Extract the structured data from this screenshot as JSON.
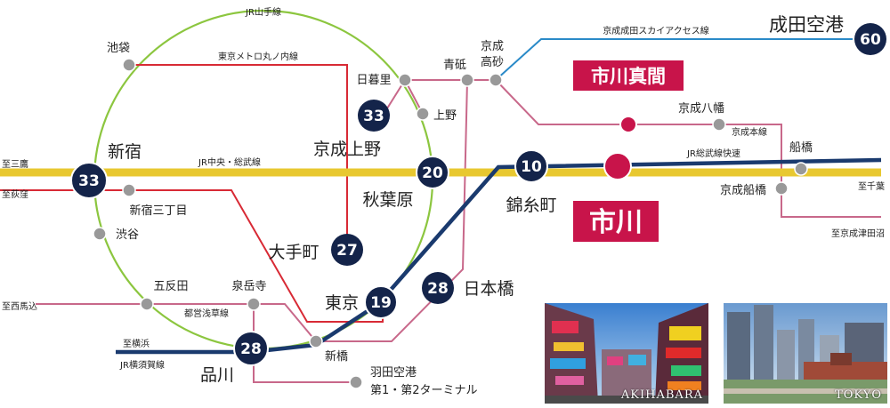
{
  "lines": {
    "yamanote": "JR山手線",
    "marunouchi": "東京メトロ丸ノ内線",
    "chuo": "JR中央・総武線",
    "skyaccess": "京成成田スカイアクセス線",
    "sobu_rapid": "JR総武線快速",
    "keisei_main": "京成本線",
    "asakusa": "都営浅草線",
    "yokosuka": "JR横須賀線"
  },
  "directions": {
    "mitaka": "至三鷹",
    "ogikubo": "至荻窪",
    "chiba": "至千葉",
    "tsudanuma": "至京成津田沼",
    "nishimagome": "至西馬込",
    "yokohama": "至横浜"
  },
  "stations": {
    "ikebukuro": "池袋",
    "nippori": "日暮里",
    "ueno": "上野",
    "aoto": "青砥",
    "takasago_1": "京成",
    "takasago_2": "高砂",
    "shinjuku": "新宿",
    "keisei_ueno": "京成上野",
    "akihabara": "秋葉原",
    "shinjuku_sanchome": "新宿三丁目",
    "shibuya": "渋谷",
    "otemachi": "大手町",
    "tokyo": "東京",
    "nihonbashi": "日本橋",
    "kinshicho": "錦糸町",
    "gotanda": "五反田",
    "sengakuji": "泉岳寺",
    "shimbashi": "新橋",
    "shinagawa": "品川",
    "haneda_1": "羽田空港",
    "haneda_2": "第1・第2ターミナル",
    "narita": "成田空港",
    "keisei_yawata": "京成八幡",
    "funabashi": "船橋",
    "keisei_funabashi": "京成船橋",
    "ichikawa_mama": "市川真間",
    "ichikawa": "市川"
  },
  "minutes": {
    "narita": "60",
    "shinjuku": "33",
    "keisei_ueno": "33",
    "akihabara": "20",
    "kinshicho": "10",
    "otemachi": "27",
    "tokyo": "19",
    "nihonbashi": "28",
    "shinagawa": "28"
  },
  "photos": {
    "akihabara": "AKIHABARA",
    "tokyo": "TOKYO"
  },
  "colors": {
    "yamanote": "#8cc63f",
    "sobu": "#e8c830",
    "sobu_rapid": "#1a3a6e",
    "marunouchi": "#d82a35",
    "keisei": "#c8688a",
    "skyaccess": "#2a8ac8",
    "station_badge": "#14244a",
    "highlight": "#c8144a"
  }
}
